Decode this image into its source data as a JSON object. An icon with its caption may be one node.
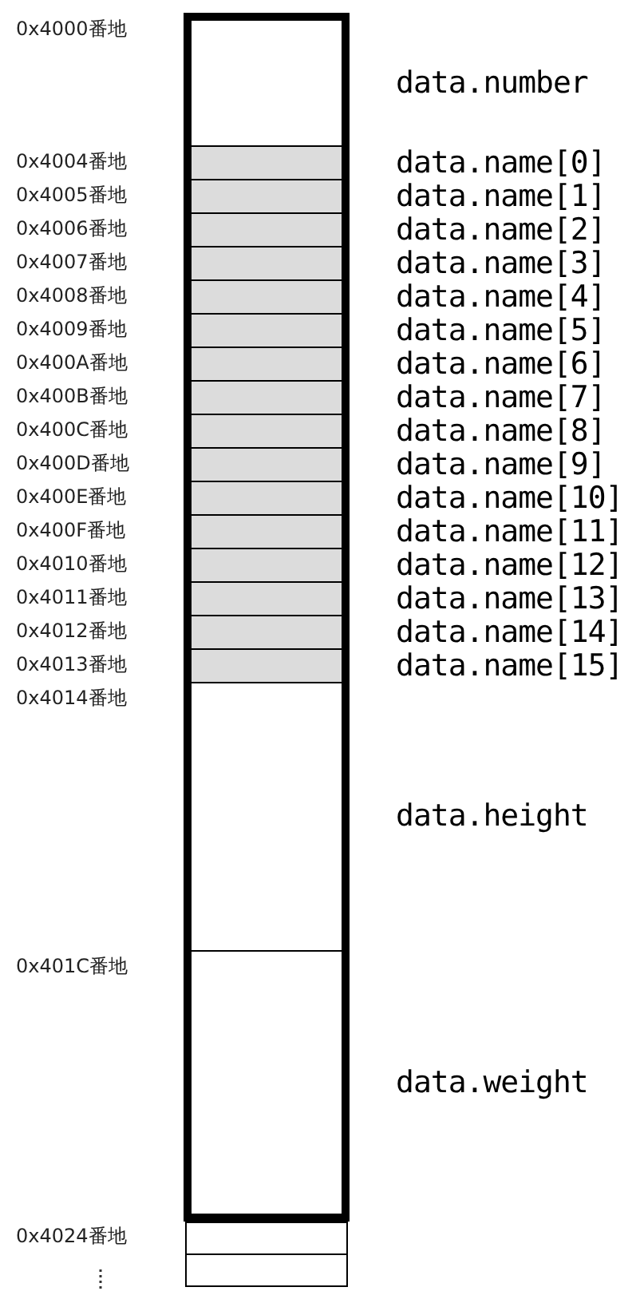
{
  "diagram": {
    "nodes": [
      {
        "text": [],
        "shape": "box"
      },
      {
        "text": [],
        "shape": "box",
        "in": 0,
        "beside": [
          "data.number"
        ]
      },
      {
        "text": [],
        "shape": "box",
        "in": 0,
        "beside": [
          "data.name[0]"
        ]
      },
      {
        "text": [],
        "shape": "box",
        "in": 0,
        "beside": [
          "data.name[1]"
        ]
      },
      {
        "text": [],
        "shape": "box",
        "in": 0,
        "beside": [
          "data.name[2]"
        ]
      },
      {
        "text": [],
        "shape": "box",
        "in": 0,
        "beside": [
          "data.name[3]"
        ]
      },
      {
        "text": [],
        "shape": "box",
        "in": 0,
        "beside": [
          "data.name[4]"
        ]
      },
      {
        "text": [],
        "shape": "box",
        "in": 0,
        "beside": [
          "data.name[5]"
        ]
      },
      {
        "text": [],
        "shape": "box",
        "in": 0,
        "beside": [
          "data.name[6]"
        ]
      },
      {
        "text": [],
        "shape": "box",
        "in": 0,
        "beside": [
          "data.name[7]"
        ]
      },
      {
        "text": [],
        "shape": "box",
        "in": 0,
        "beside": [
          "data.name[8]"
        ]
      },
      {
        "text": [],
        "shape": "box",
        "in": 0,
        "beside": [
          "data.name[9]"
        ]
      },
      {
        "text": [],
        "shape": "box",
        "in": 0,
        "beside": [
          "data.name[10]"
        ]
      },
      {
        "text": [],
        "shape": "box",
        "in": 0,
        "beside": [
          "data.name[11]"
        ]
      },
      {
        "text": [],
        "shape": "box",
        "in": 0,
        "beside": [
          "data.name[12]"
        ]
      },
      {
        "text": [],
        "shape": "box",
        "in": 0,
        "beside": [
          "data.name[13]"
        ]
      },
      {
        "text": [],
        "shape": "box",
        "in": 0,
        "beside": [
          "data.name[14]"
        ]
      },
      {
        "text": [],
        "shape": "box",
        "in": 0,
        "beside": [
          "data.name[15]"
        ]
      },
      {
        "text": [],
        "shape": "box",
        "in": 0,
        "beside": [
          "data.height"
        ]
      },
      {
        "text": [],
        "shape": "box",
        "in": 0,
        "beside": [
          "data.weight"
        ]
      },
      {
        "text": [],
        "shape": "box"
      },
      {
        "text": [],
        "shape": "box"
      }
    ],
    "labels": [
      "0x4000番地",
      "0x4004番地",
      "0x4005番地",
      "0x4006番地",
      "0x4007番地",
      "0x4008番地",
      "0x4009番地",
      "0x400A番地",
      "0x400B番地",
      "0x400C番地",
      "0x400D番地",
      "0x400E番地",
      "0x400F番地",
      "0x4010番地",
      "0x4011番地",
      "0x4012番地",
      "0x4013番地",
      "0x4014番地",
      "0x401C番地",
      "0x4024番地"
    ]
  }
}
